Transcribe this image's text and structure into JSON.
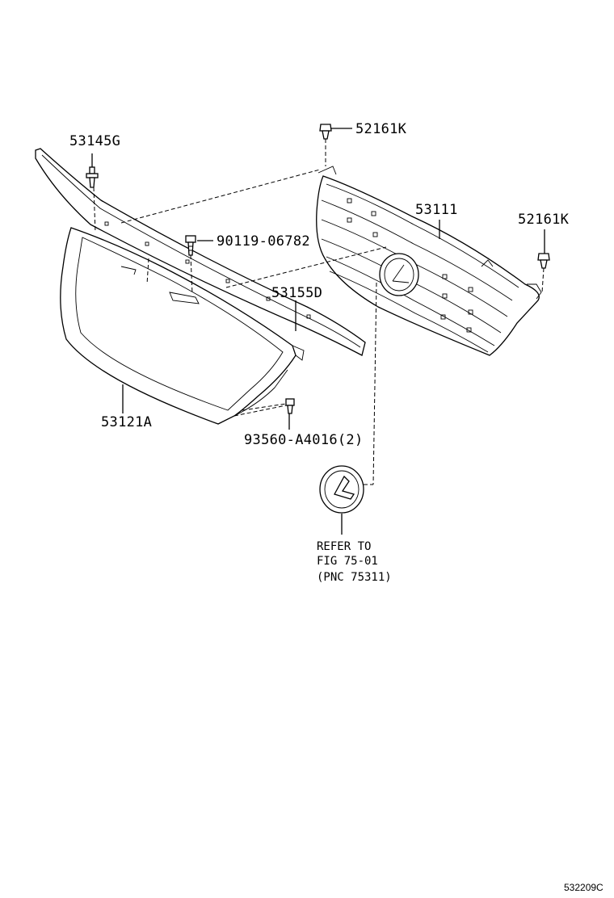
{
  "parts": [
    {
      "id": "p53145G",
      "label": "53145G"
    },
    {
      "id": "p52161K_top",
      "label": "52161K"
    },
    {
      "id": "p53111",
      "label": "53111"
    },
    {
      "id": "p52161K_right",
      "label": "52161K"
    },
    {
      "id": "p90119",
      "label": "90119-06782"
    },
    {
      "id": "p53155D",
      "label": "53155D"
    },
    {
      "id": "p53121A",
      "label": "53121A"
    },
    {
      "id": "p93560",
      "label": "93560-A4016(2)"
    }
  ],
  "reference_note": [
    "REFER TO",
    "FIG 75-01",
    "(PNC 75311)"
  ],
  "diagram_code": "532209C"
}
